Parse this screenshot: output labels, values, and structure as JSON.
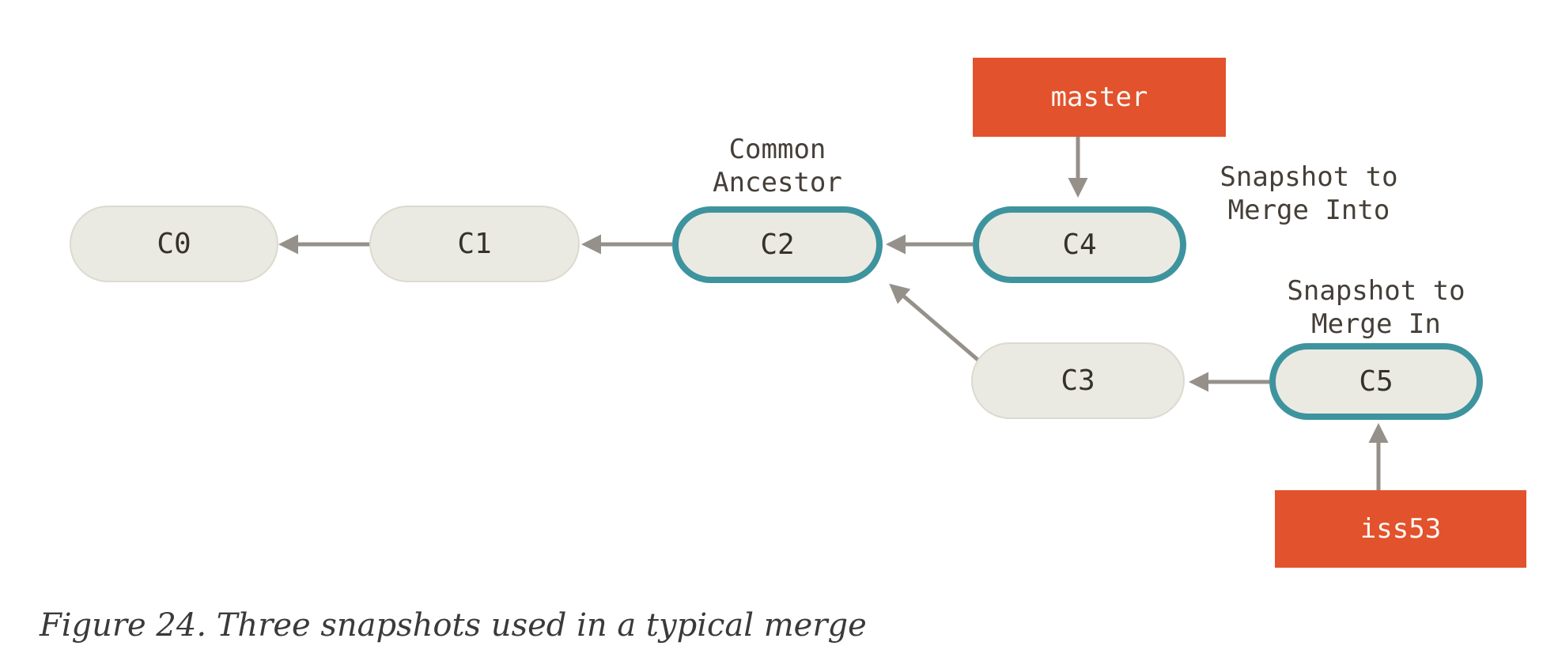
{
  "figure": {
    "caption": "Figure 24. Three snapshots used in a typical merge"
  },
  "diagram": {
    "commits": {
      "c0": {
        "label": "C0"
      },
      "c1": {
        "label": "C1"
      },
      "c2": {
        "label": "C2"
      },
      "c3": {
        "label": "C3"
      },
      "c4": {
        "label": "C4"
      },
      "c5": {
        "label": "C5"
      }
    },
    "branches": {
      "master": {
        "label": "master"
      },
      "iss53": {
        "label": "iss53"
      }
    },
    "annotations": {
      "common_ancestor": {
        "line1": "Common",
        "line2": "Ancestor"
      },
      "merge_into": {
        "line1": "Snapshot to",
        "line2": "Merge Into"
      },
      "merge_in": {
        "line1": "Snapshot to",
        "line2": "Merge In"
      }
    },
    "colors": {
      "background": "#FFFFFF",
      "branch_bg": "#E2522C",
      "branch_text": "#FAF7F2",
      "node_fill": "#EBEAE2",
      "node_border": "#DCDAD0",
      "node_highlight_border": "#3E949E",
      "node_text": "#35322E",
      "annotation_text": "#453F38",
      "arrow": "#95908A",
      "caption_text": "#3A3A3A"
    }
  }
}
